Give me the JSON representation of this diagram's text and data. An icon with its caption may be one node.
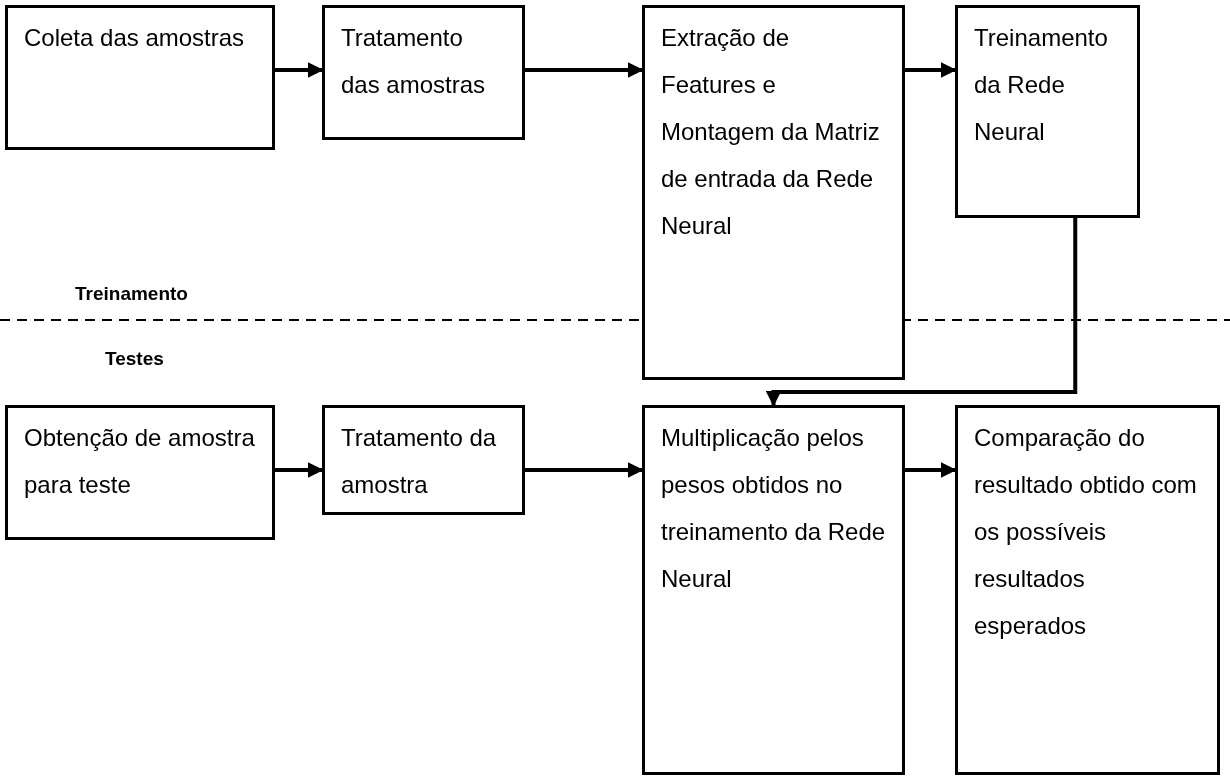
{
  "diagram": {
    "nodes": [
      {
        "text": [
          "Coleta das amostras"
        ]
      },
      {
        "text": [
          "Tratamento das amostras"
        ]
      },
      {
        "text": [
          "Extração de Features e Montagem da Matriz de entrada da Rede Neural"
        ]
      },
      {
        "text": [
          "Treinamento da Rede Neural"
        ]
      },
      {
        "text": [
          "Obtenção de amostra para teste"
        ]
      },
      {
        "text": [
          "Tratamento da amostra"
        ]
      },
      {
        "text": [
          "Multiplicação pelos pesos obtidos no treinamento da Rede Neural"
        ]
      },
      {
        "text": [
          "Comparação do resultado obtido com os possíveis resultados esperados"
        ]
      }
    ],
    "edges": [
      {
        "from": 0,
        "to": 1,
        "arrow": "to"
      },
      {
        "from": 1,
        "to": 2,
        "arrow": "to"
      },
      {
        "from": 2,
        "to": 3,
        "arrow": "to"
      },
      {
        "from": 4,
        "to": 5,
        "arrow": "to"
      },
      {
        "from": 5,
        "to": 6,
        "arrow": "to"
      },
      {
        "from": 6,
        "to": 7,
        "arrow": "to"
      },
      {
        "from": 3,
        "to": 6,
        "arrow": "to"
      }
    ],
    "labels": [
      "Treinamento",
      "Testes"
    ]
  }
}
